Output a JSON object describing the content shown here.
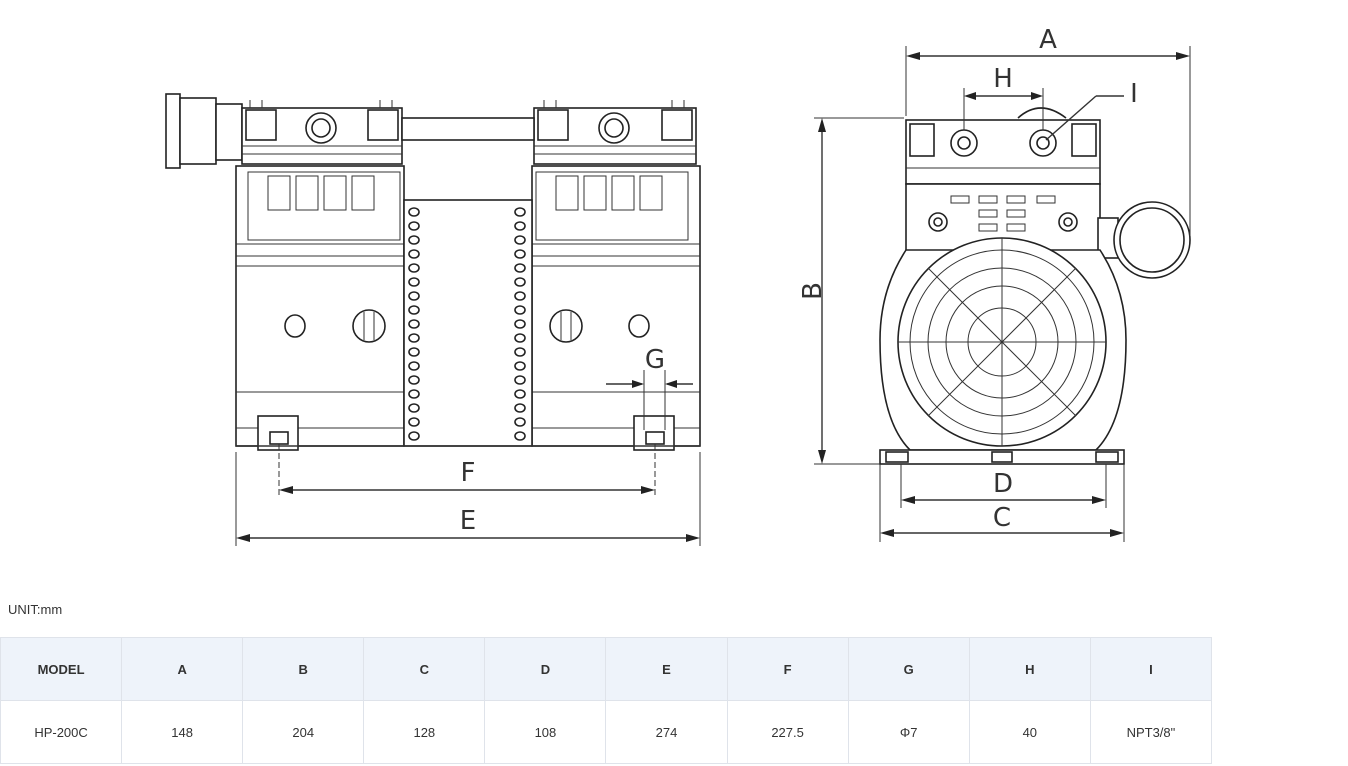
{
  "drawing": {
    "labels": {
      "A": "A",
      "B": "B",
      "C": "C",
      "D": "D",
      "E": "E",
      "F": "F",
      "G": "G",
      "H": "H",
      "I": "I"
    }
  },
  "unit_label": "UNIT:mm",
  "table": {
    "headers": [
      "MODEL",
      "A",
      "B",
      "C",
      "D",
      "E",
      "F",
      "G",
      "H",
      "I"
    ],
    "rows": [
      [
        "HP-200C",
        "148",
        "204",
        "128",
        "108",
        "274",
        "227.5",
        "Φ7",
        "40",
        "NPT3/8\""
      ]
    ]
  }
}
